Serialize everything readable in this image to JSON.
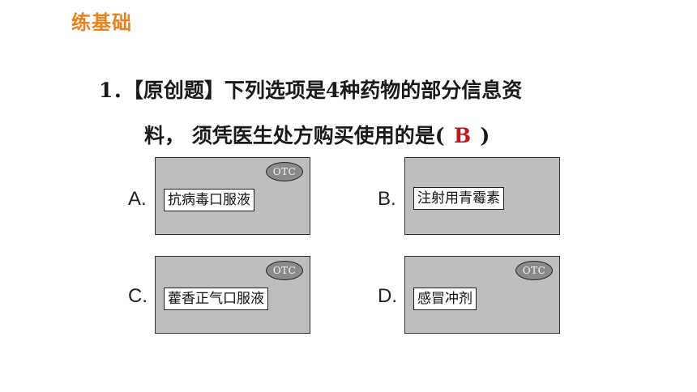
{
  "section_title": "练基础",
  "question": {
    "number": "1．",
    "line1": "【原创题】下列选项是4种药物的部分信息资",
    "line2_prefix": "料， 须凭医生处方购买使用的是(",
    "answer": "B",
    "line2_suffix": ")"
  },
  "options": [
    {
      "letter": "A.",
      "otc_label": "OTC",
      "drug": "抗病毒口服液"
    },
    {
      "letter": "B.",
      "drug": "注射用青霉素"
    },
    {
      "letter": "C.",
      "otc_label": "OTC",
      "drug": "藿香正气口服液"
    },
    {
      "letter": "D.",
      "otc_label": "OTC",
      "drug": "感冒冲剂"
    }
  ],
  "colors": {
    "title": "#E8821E",
    "answer": "#C0171B",
    "card_bg": "#BEBEBE"
  }
}
